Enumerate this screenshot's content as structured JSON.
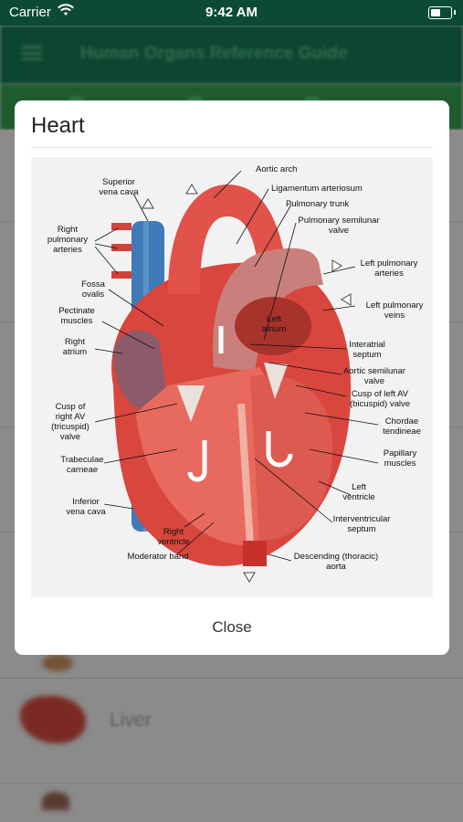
{
  "status_bar": {
    "carrier": "Carrier",
    "time": "9:42 AM"
  },
  "app": {
    "title": "Human Organs Reference Guide"
  },
  "list": {
    "items": [
      {
        "label": "Liver"
      }
    ]
  },
  "modal": {
    "title": "Heart",
    "close_label": "Close",
    "diagram": {
      "labels": {
        "superior_vena_cava": [
          "Superior",
          "vena cava"
        ],
        "right_pulmonary_arteries": [
          "Right",
          "pulmonary",
          "arteries"
        ],
        "fossa_ovalis": [
          "Fossa",
          "ovalis"
        ],
        "pectinate_muscles": [
          "Pectinate",
          "muscles"
        ],
        "right_atrium": [
          "Right",
          "atrium"
        ],
        "cusp_right_av": [
          "Cusp of",
          "right AV",
          "(tricuspid)",
          "valve"
        ],
        "trabeculae_carneae": [
          "Trabeculae",
          "carneae"
        ],
        "inferior_vena_cava": [
          "Inferior",
          "vena cava"
        ],
        "right_ventricle": [
          "Right",
          "ventricle"
        ],
        "moderator_band": [
          "Moderator band"
        ],
        "aortic_arch": [
          "Aortic arch"
        ],
        "ligamentum_arteriosum": [
          "Ligamentum arteriosum"
        ],
        "pulmonary_trunk": [
          "Pulmonary trunk"
        ],
        "pulmonary_semilunar_valve": [
          "Pulmonary semilunar",
          "valve"
        ],
        "left_pulmonary_arteries": [
          "Left pulmonary",
          "arteries"
        ],
        "left_pulmonary_veins": [
          "Left pulmonary",
          "veins"
        ],
        "left_atrium": [
          "Left",
          "atrium"
        ],
        "interatrial_septum": [
          "Interatrial",
          "septum"
        ],
        "aortic_semilunar_valve": [
          "Aortic semilunar",
          "valve"
        ],
        "cusp_left_av": [
          "Cusp of left AV",
          "(bicuspid) valve"
        ],
        "chordae_tendineae": [
          "Chordae",
          "tendineae"
        ],
        "papillary_muscles": [
          "Papillary",
          "muscles"
        ],
        "left_ventricle": [
          "Left",
          "ventricle"
        ],
        "interventricular_septum": [
          "Interventricular",
          "septum"
        ],
        "descending_aorta": [
          "Descending (thoracic)",
          "aorta"
        ]
      }
    }
  }
}
